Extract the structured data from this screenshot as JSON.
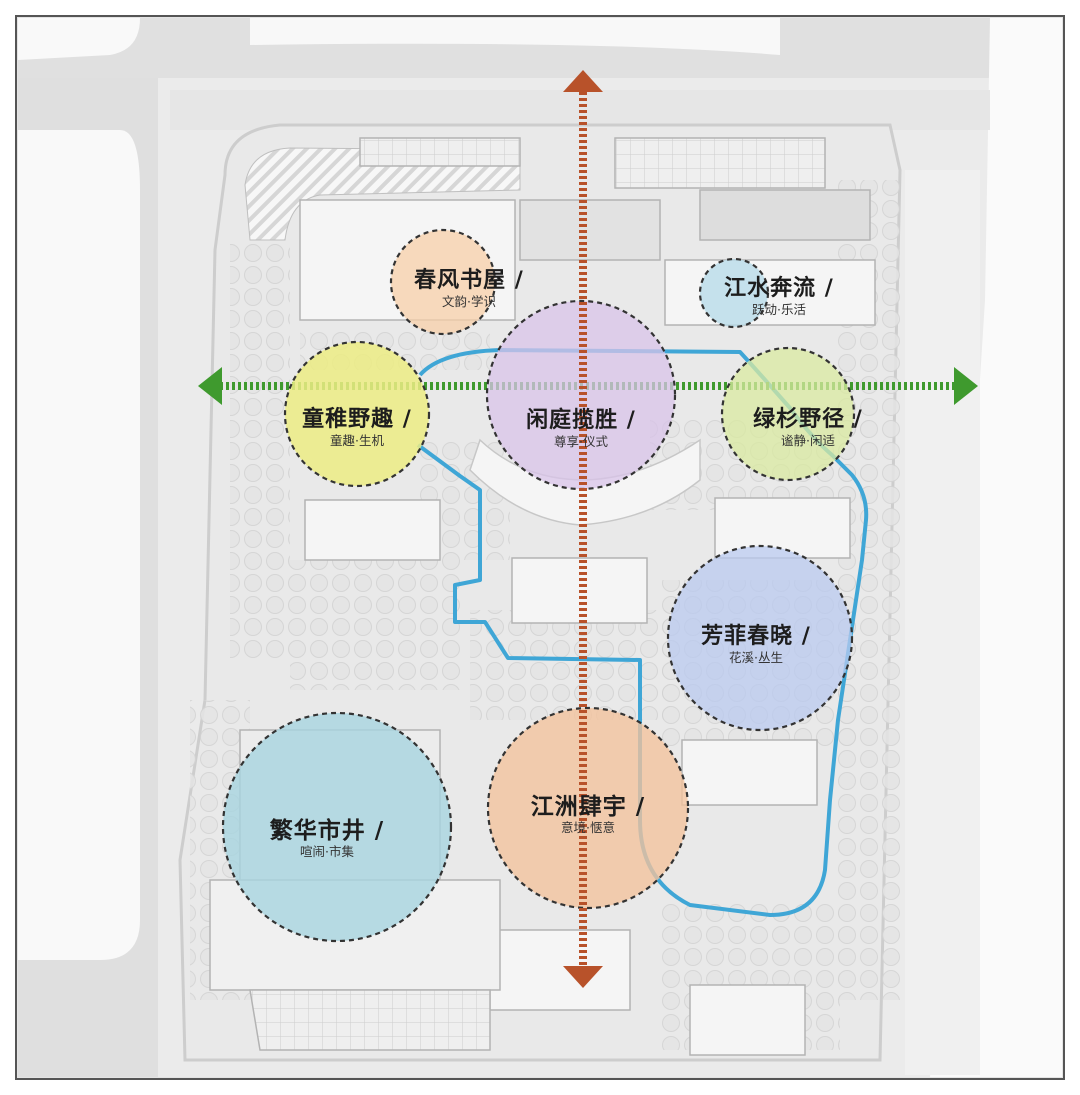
{
  "zones": [
    {
      "id": "chunfeng",
      "title": "春风书屋 /",
      "subtitle": "文韵·学识",
      "color": "#f7cfa8"
    },
    {
      "id": "jiangshui",
      "title": "江水奔流 /",
      "subtitle": "跃动·乐活",
      "color": "#b9dcea"
    },
    {
      "id": "tongzhi",
      "title": "童稚野趣 /",
      "subtitle": "童趣·生机",
      "color": "#ecec84"
    },
    {
      "id": "xianting",
      "title": "闲庭揽胜 /",
      "subtitle": "尊享·仪式",
      "color": "#d8c3e8"
    },
    {
      "id": "lvshan",
      "title": "绿杉野径 /",
      "subtitle": "谧静·闲适",
      "color": "#d9eaa0"
    },
    {
      "id": "fangfei",
      "title": "芳菲春晓 /",
      "subtitle": "花溪·丛生",
      "color": "#b9c9ef"
    },
    {
      "id": "fanhua",
      "title": "繁华市井 /",
      "subtitle": "喧闹·市集",
      "color": "#a7d4e0"
    },
    {
      "id": "jiangzhou",
      "title": "江洲肆宇 /",
      "subtitle": "意境·惬意",
      "color": "#f3c39c"
    }
  ],
  "axes": {
    "vertical_color": "#b8522a",
    "horizontal_color": "#3f9a2e",
    "path_color": "#3fa6d6"
  }
}
